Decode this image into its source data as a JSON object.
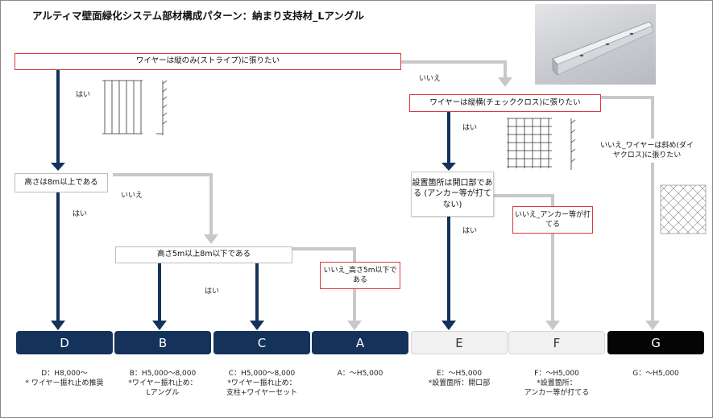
{
  "title": "アルティマ壁面緑化システム部材構成パターン：納まり支持材_Lアングル",
  "photo_icon": "l-angle-photo",
  "q1": "ワイヤーは縦のみ(ストライプ)に張りたい",
  "q2": "ワイヤーは縦横(チェッククロス)に張りたい",
  "q3": "高さは8m以上である",
  "q4": "高さ5m以上8m以下である",
  "q5": "設置箇所は開口部である (アンカー等が打てない)",
  "yes": "はい",
  "no": "いいえ",
  "no_box_q4": "いいえ_高さ5m以下である",
  "no_box_q5": "いいえ_アンカー等が打てる",
  "no_label_g": "いいえ_ワイヤーは斜め(ダイヤクロス)に張りたい",
  "results": [
    {
      "letter": "D",
      "desc1": "D：H8,000～",
      "desc2": "* ワイヤー振れ止め推奨",
      "desc3": "",
      "style": "navy"
    },
    {
      "letter": "B",
      "desc1": "B：H5,000～8,000",
      "desc2": "*ワイヤー振れ止め：",
      "desc3": "Lアングル",
      "style": "navy"
    },
    {
      "letter": "C",
      "desc1": "C：H5,000～8,000",
      "desc2": "*ワイヤー振れ止め：",
      "desc3": "支柱+ワイヤーセット",
      "style": "navy"
    },
    {
      "letter": "A",
      "desc1": "A：～H5,000",
      "desc2": "",
      "desc3": "",
      "style": "navy"
    },
    {
      "letter": "E",
      "desc1": "E：～H5,000",
      "desc2": "*設置箇所：開口部",
      "desc3": "",
      "style": "light"
    },
    {
      "letter": "F",
      "desc1": "F：～H5,000",
      "desc2": "*設置箇所：",
      "desc3": "アンカー等が打てる",
      "style": "light"
    },
    {
      "letter": "G",
      "desc1": "G：～H5,000",
      "desc2": "",
      "desc3": "",
      "style": "black"
    }
  ],
  "colors": {
    "navy": "#14325a",
    "gray_arrow": "#c8c8c8",
    "red_border": "#e0373c"
  }
}
